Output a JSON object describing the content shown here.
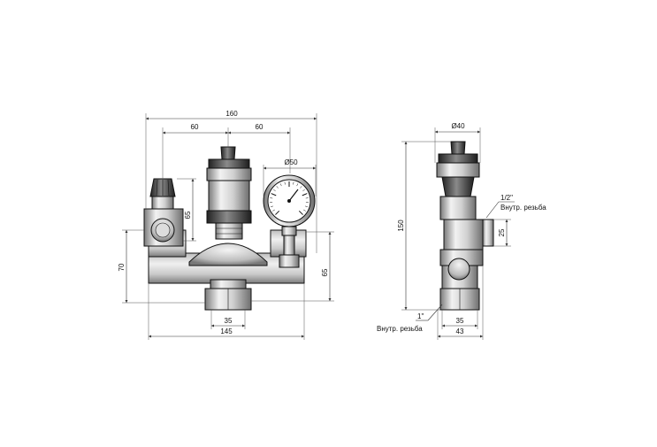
{
  "front_view": {
    "dims": {
      "overall_width": "160",
      "left_spacing": "60",
      "right_spacing": "60",
      "gauge_diameter": "Ø50",
      "valve_height": "65",
      "body_height": "70",
      "right_height": "65",
      "outlet_width": "35",
      "body_width": "145"
    }
  },
  "side_view": {
    "dims": {
      "top_diameter": "Ø40",
      "total_height": "150",
      "outlet_offset": "25",
      "inlet_width": "35",
      "body_depth": "43"
    },
    "labels": {
      "outlet_thread_size": "1/2\"",
      "outlet_thread_type": "Внутр. резьба",
      "inlet_thread_size": "1\"",
      "inlet_thread_type": "Внутр. резьба"
    }
  },
  "colors": {
    "line": "#111111",
    "dark_metal": "#3a3a3a",
    "mid_metal": "#9a9a9a",
    "light_metal": "#e4e4e4"
  }
}
